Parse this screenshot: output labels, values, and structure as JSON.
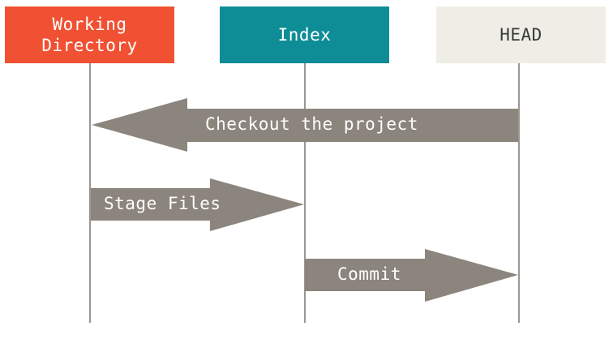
{
  "boxes": {
    "working_directory": {
      "line1": "Working",
      "line2": "Directory",
      "color": "#f05133"
    },
    "index": {
      "label": "Index",
      "color": "#0f8d96"
    },
    "head": {
      "label": "HEAD",
      "color": "#efeee6"
    }
  },
  "arrows": {
    "checkout": {
      "label": "Checkout the project",
      "from": "HEAD",
      "to": "Working Directory"
    },
    "stage": {
      "label": "Stage Files",
      "from": "Working Directory",
      "to": "Index"
    },
    "commit": {
      "label": "Commit",
      "from": "Index",
      "to": "HEAD"
    },
    "color": "#8c857d"
  }
}
